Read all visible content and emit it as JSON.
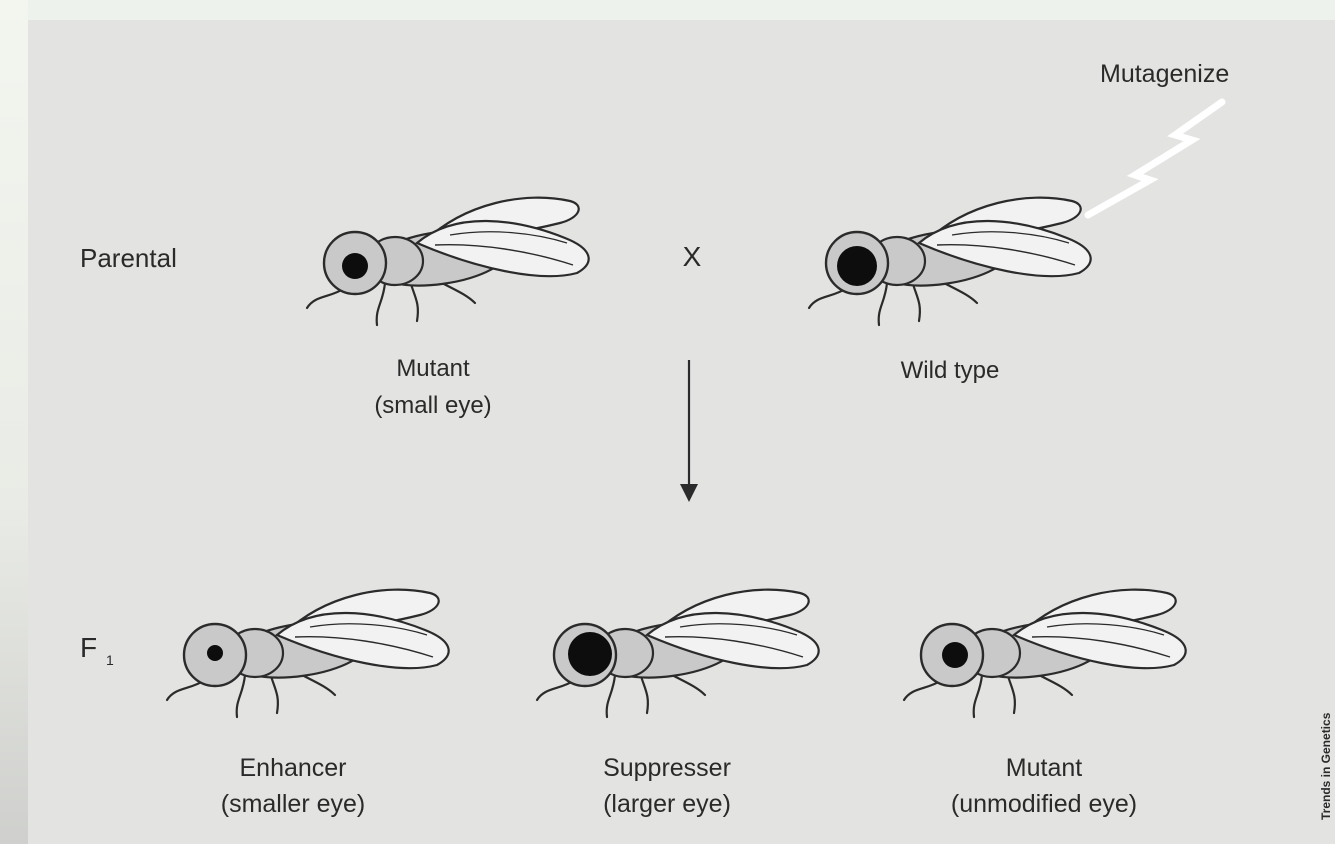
{
  "labels": {
    "mutagenize": "Mutagenize",
    "parental": "Parental",
    "cross": "X",
    "f1": "F",
    "f1_sub": "1",
    "credit": "Trends in Genetics"
  },
  "parents": [
    {
      "line1": "Mutant",
      "line2": "(small eye)"
    },
    {
      "line1": "Wild type",
      "line2": ""
    }
  ],
  "offspring": [
    {
      "line1": "Enhancer",
      "line2": "(smaller eye)"
    },
    {
      "line1": "Suppresser",
      "line2": "(larger eye)"
    },
    {
      "line1": "Mutant",
      "line2": "(unmodified eye)"
    }
  ],
  "colors": {
    "background": "#e3e3e1",
    "body": "#c9c9c9",
    "outline": "#2b2b2b",
    "wing": "#f2f2f2",
    "pupil": "#0d0d0d"
  }
}
